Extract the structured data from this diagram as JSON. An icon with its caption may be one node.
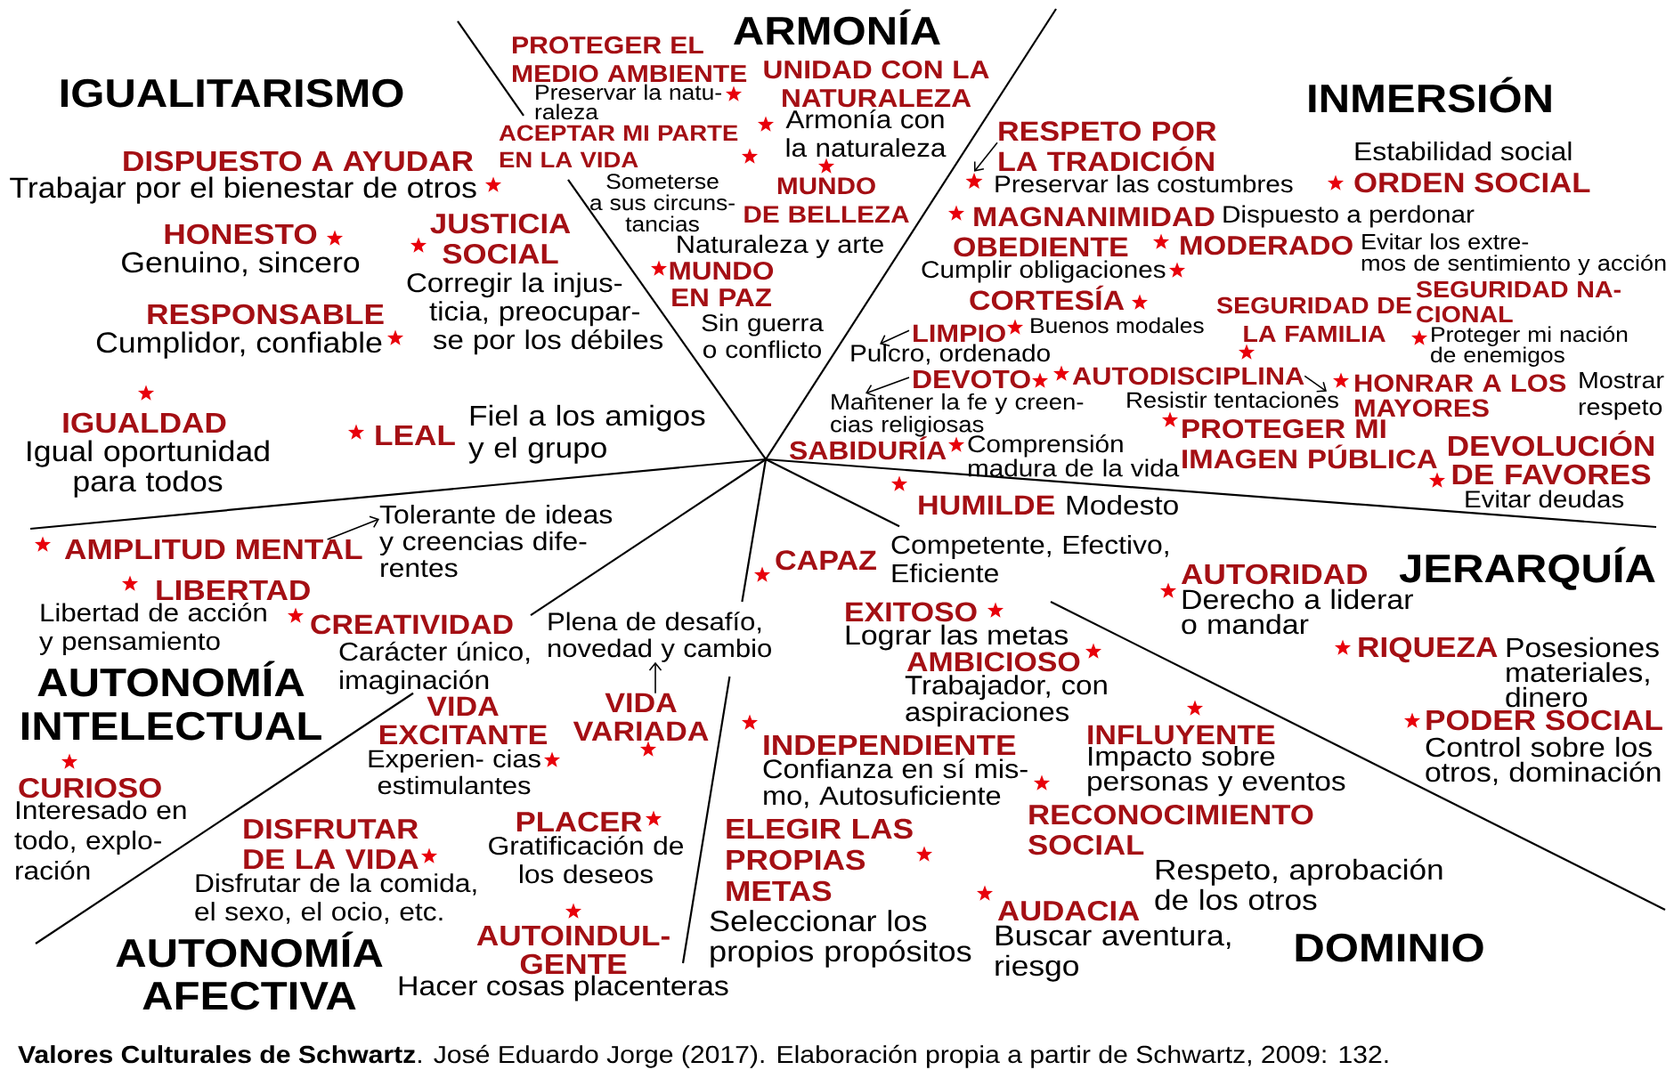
{
  "diagram": {
    "caption": "**Valores Culturales de Schwartz**. José Eduardo Jorge (2017). Elaboración propia a partir de Schwartz, 2009: 132.",
    "nodes": [
      {
        "text": [
          "RESPETO POR LA TRADICIÓN"
        ]
      },
      {
        "text": [],
        "shape": "star"
      },
      {
        "text": [
          "LIMPIO"
        ]
      },
      {
        "text": [
          "Pulcro, ordenado"
        ]
      },
      {
        "text": [
          "AUTODISCIPLINA"
        ]
      },
      {
        "text": [
          "DEVOTO"
        ]
      },
      {
        "text": [
          "Resistir tentaciones"
        ]
      },
      {
        "text": [
          "Mantener la fe y creen- cias religiosas"
        ]
      },
      {
        "text": [
          "Tolerante de ideas y creencias dife- rentes"
        ]
      },
      {
        "text": [
          "AMPLITUD MENTAL"
        ]
      },
      {
        "text": [
          "Plena de desafío, novedad y cambio"
        ]
      },
      {
        "text": [
          "VIDA VARIADA"
        ]
      }
    ],
    "edges": [
      {
        "from": 0,
        "to": 1,
        "arrow": "to"
      },
      {
        "from": 2,
        "to": 3,
        "arrow": "to"
      },
      {
        "from": 5,
        "to": 7,
        "arrow": "to"
      },
      {
        "from": 4,
        "to": 6,
        "arrow": "to"
      },
      {
        "from": 9,
        "to": 8,
        "arrow": "to"
      },
      {
        "from": 11,
        "to": 10,
        "arrow": "to"
      }
    ],
    "labels": [
      "ARMONÍA",
      "PROTEGER EL MEDIO AMBIENTE",
      "Preservar la natu- raleza",
      "ACEPTAR MI PARTE EN LA VIDA",
      "Someterse a sus circuns- tancias",
      "UNIDAD CON LA NATURALEZA",
      "Armonía con la naturaleza",
      "MUNDO DE BELLEZA",
      "Naturaleza y arte",
      "MUNDO EN PAZ",
      "Sin guerra o conflicto",
      "IGUALITARISMO",
      "DISPUESTO A AYUDAR",
      "Trabajar por el bienestar de otros",
      "HONESTO",
      "Genuino, sincero",
      "JUSTICIA SOCIAL",
      "Corregir la injus- ticia, preocupar- se por los débiles",
      "RESPONSABLE",
      "Cumplidor, confiable",
      "IGUALDAD",
      "Igual oportunidad para todos",
      "LEAL",
      "Fiel a los amigos y el grupo",
      "INMERSIÓN",
      "Preservar las costumbres",
      "Estabilidad social",
      "ORDEN SOCIAL",
      "MAGNANIMIDAD",
      "Dispuesto a perdonar",
      "OBEDIENTE",
      "Cumplir obligaciones",
      "MODERADO",
      "Evitar los extre- mos de sentimiento y acción",
      "CORTESÍA",
      "Buenos modales",
      "SEGURIDAD DE LA FAMILIA",
      "SEGURIDAD NA- CIONAL",
      "Proteger mi nación de enemigos",
      "SABIDURÍA",
      "Comprensión madura de la vida",
      "HONRAR A LOS MAYORES",
      "Mostrar respeto",
      "PROTEGER MI IMAGEN PÚBLICA",
      "DEVOLUCIÓN DE FAVORES",
      "Evitar deudas",
      "HUMILDE",
      "Modesto",
      "JERARQUÍA",
      "AUTORIDAD",
      "Derecho a liderar o mandar",
      "RIQUEZA",
      "Posesiones materiales, dinero",
      "PODER SOCIAL",
      "Control sobre los otros, dominación",
      "CAPAZ",
      "Competente, Efectivo, Eficiente",
      "EXITOSO",
      "Lograr las metas",
      "AMBICIOSO",
      "Trabajador, con aspiraciones",
      "INDEPENDIENTE",
      "Confianza en sí mis- mo, Autosuficiente",
      "INFLUYENTE",
      "Impacto sobre personas y eventos",
      "RECONOCIMIENTO SOCIAL",
      "Respeto, aprobación de los otros",
      "ELEGIR LAS PROPIAS METAS",
      "Seleccionar los propios propósitos",
      "AUDACIA",
      "Buscar aventura, riesgo",
      "DOMINIO",
      "VIDA EXCITANTE",
      "Experien- cias estimulantes",
      "PLACER",
      "Gratificación de los deseos",
      "DISFRUTAR DE LA VIDA",
      "Disfrutar de la comida, el sexo, el ocio, etc.",
      "AUTOINDUL- GENTE",
      "Hacer cosas placenteras",
      "AUTONOMÍA AFECTIVA",
      "AUTONOMÍA INTELECTUAL",
      "LIBERTAD",
      "Libertad de acción y pensamiento",
      "CREATIVIDAD",
      "Carácter único, imaginación",
      "CURIOSO",
      "Interesado en todo, explo- ración"
    ]
  }
}
